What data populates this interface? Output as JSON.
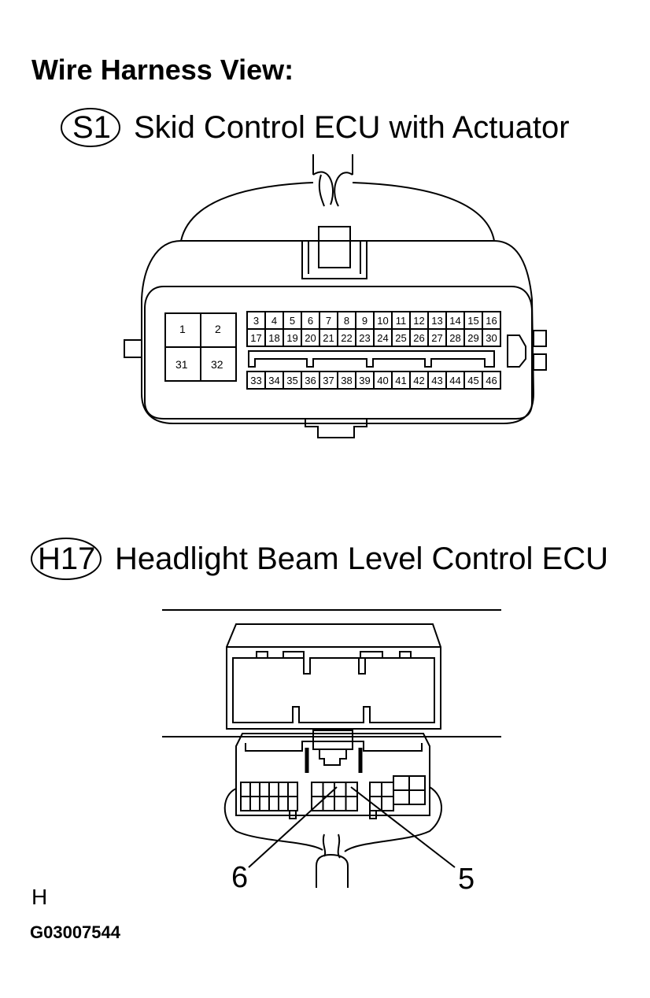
{
  "title": "Wire Harness View:",
  "connector1": {
    "code": "S1",
    "name": "Skid Control ECU with Actuator",
    "big_pins": [
      "1",
      "2",
      "31",
      "32"
    ],
    "row1": [
      "3",
      "4",
      "5",
      "6",
      "7",
      "8",
      "9",
      "10",
      "11",
      "12",
      "13",
      "14",
      "15",
      "16"
    ],
    "row2": [
      "17",
      "18",
      "19",
      "20",
      "21",
      "22",
      "23",
      "24",
      "25",
      "26",
      "27",
      "28",
      "29",
      "30"
    ],
    "row3": [
      "33",
      "34",
      "35",
      "36",
      "37",
      "38",
      "39",
      "40",
      "41",
      "42",
      "43",
      "44",
      "45",
      "46"
    ]
  },
  "connector2": {
    "code": "H17",
    "name": "Headlight Beam Level Control ECU",
    "callouts": [
      "6",
      "5"
    ]
  },
  "footer": {
    "mark": "H",
    "code": "G03007544"
  },
  "colors": {
    "line": "#000000",
    "background": "#ffffff"
  }
}
